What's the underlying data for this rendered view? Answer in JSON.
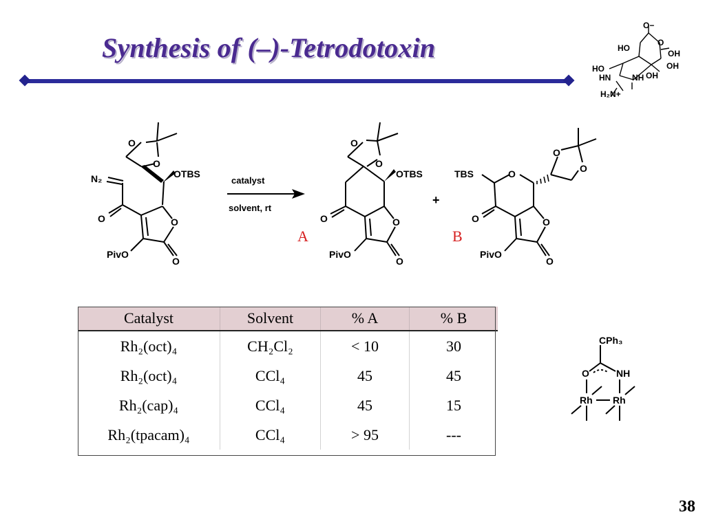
{
  "slide": {
    "title": "Synthesis of (–)-Tetrodotoxin",
    "page_number": "38"
  },
  "scheme": {
    "arrow_top": "catalyst",
    "arrow_bottom": "solvent, rt",
    "plus": "+",
    "product_a": "A",
    "product_b": "B",
    "atoms": {
      "n2": "N₂",
      "otbs": "OTBS",
      "tbs": "TBS",
      "o": "O",
      "pivo": "PivO"
    }
  },
  "ttx": {
    "labels": [
      "O−",
      "HO",
      "O",
      "OH",
      "HO",
      "OH",
      "HN",
      "NH",
      "OH",
      "H₂N+"
    ]
  },
  "rh_catalyst": {
    "labels": [
      "CPh₃",
      "O",
      "NH",
      "Rh",
      "Rh"
    ]
  },
  "table": {
    "headers": [
      "Catalyst",
      "Solvent",
      "% A",
      "% B"
    ],
    "rows": [
      {
        "catalyst": "Rh₂(oct)₄",
        "solvent": "CH₂Cl₂",
        "a": "< 10",
        "b": "30"
      },
      {
        "catalyst": "Rh₂(oct)₄",
        "solvent": "CCl₄",
        "a": "45",
        "b": "45"
      },
      {
        "catalyst": "Rh₂(cap)₄",
        "solvent": "CCl₄",
        "a": "45",
        "b": "15"
      },
      {
        "catalyst": "Rh₂(tpacam)₄",
        "solvent": "CCl₄",
        "a": "> 95",
        "b": "---"
      }
    ]
  },
  "colors": {
    "title": "#4a2a90",
    "rule": "#23238e",
    "header_fill": "#e3cfd2",
    "label": "#d62020"
  }
}
